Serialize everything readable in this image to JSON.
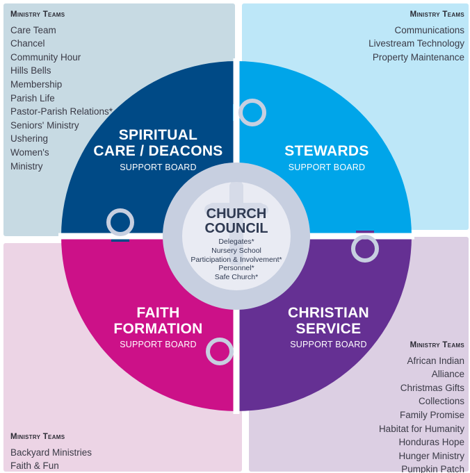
{
  "colors": {
    "top_left_panel": "#c7dae3",
    "top_right_panel": "#bde7f8",
    "bottom_left_panel": "#ecd4e5",
    "bottom_right_panel": "#dccfe3",
    "spiritual_care": "#004a86",
    "stewards": "#00a5e9",
    "faith_formation": "#cc1188",
    "christian_service": "#653093",
    "council_ring": "#c7cfe0",
    "council_inner": "#e9ebf3",
    "text": "#3a3a46",
    "council_text": "#2f3a52"
  },
  "council": {
    "title_line1": "CHURCH",
    "title_line2": "COUNCIL",
    "items": [
      "Delegates*",
      "Nursery School",
      "Participation & Involvement*",
      "Personnel*",
      "Safe Church*"
    ],
    "icon": "cross-icon"
  },
  "boards": {
    "spiritual_care": {
      "title_line1": "SPIRITUAL",
      "title_line2": "CARE / DEACONS",
      "subtitle": "SUPPORT BOARD"
    },
    "stewards": {
      "title_line1": "STEWARDS",
      "subtitle": "SUPPORT BOARD"
    },
    "faith_formation": {
      "title_line1": "FAITH",
      "title_line2": "FORMATION",
      "subtitle": "SUPPORT BOARD"
    },
    "christian_service": {
      "title_line1": "CHRISTIAN",
      "title_line2": "SERVICE",
      "subtitle": "SUPPORT BOARD"
    }
  },
  "teams": {
    "spiritual_care": {
      "heading": "Ministry Teams",
      "items": [
        "Care Team",
        "Chancel",
        "Community Hour",
        "Hills Bells",
        "Membership",
        "Parish Life",
        "Pastor-Parish Relations*",
        "Seniors' Ministry",
        "Ushering",
        "Women's",
        "Ministry"
      ]
    },
    "stewards": {
      "heading": "Ministry Teams",
      "items": [
        "Communications",
        "Livestream Technology",
        "Property Maintenance"
      ]
    },
    "faith_formation": {
      "heading": "Ministry Teams",
      "items": [
        "Backyard Ministries",
        "Faith & Fun"
      ]
    },
    "christian_service": {
      "heading": "Ministry Teams",
      "items": [
        "African Indian",
        "Alliance",
        "Christmas Gifts",
        "Collections",
        "Family Promise",
        "Habitat for Humanity",
        "Honduras Hope",
        "Hunger Ministry",
        "Pumpkin Patch"
      ]
    }
  }
}
